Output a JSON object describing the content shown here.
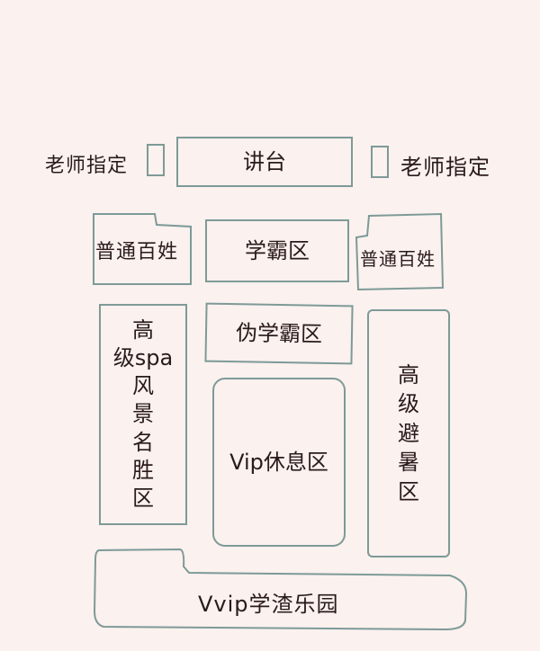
{
  "diagram": {
    "title": "",
    "background": "#fbf1ee",
    "stroke_color": "#7d9a98",
    "text_color": "#2a1a1c",
    "labels": {
      "teacher_left": "老师指定",
      "teacher_right": "老师指定",
      "podium": "讲台",
      "commoner_left": "普通百姓",
      "top_student": "学霸区",
      "commoner_right": "普通百姓",
      "fake_top_student": "伪学霸区",
      "spa_line1": "高",
      "spa_line2": "级spa",
      "spa_line3": "风",
      "spa_line4": "景",
      "spa_line5": "名",
      "spa_line6": "胜",
      "spa_line7": "区",
      "vip_rest": "Vip休息区",
      "summer_line1": "高",
      "summer_line2": "级",
      "summer_line3": "避",
      "summer_line4": "暑",
      "summer_line5": "区",
      "vvip": "Vvip学渣乐园"
    }
  }
}
